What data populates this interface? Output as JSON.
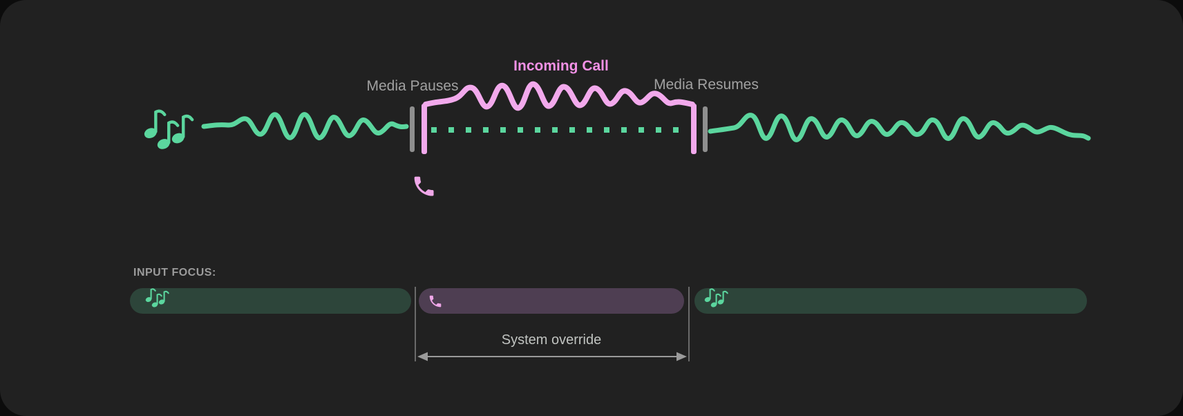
{
  "timeline": {
    "media_pauses_label": "Media Pauses",
    "incoming_call_label": "Incoming Call",
    "media_resumes_label": "Media Resumes",
    "media_icon": "music-notes-icon",
    "call_icon": "phone-icon"
  },
  "input_focus": {
    "heading": "INPUT FOCUS:",
    "override_label": "System override",
    "segments": [
      {
        "type": "media",
        "icon": "music-notes-icon"
      },
      {
        "type": "call",
        "icon": "phone-icon"
      },
      {
        "type": "media",
        "icon": "music-notes-icon"
      }
    ]
  },
  "colors": {
    "outer_background": "#0c0c0c",
    "card_background": "#212121",
    "media_green": "#5bd69e",
    "media_pill_green": "#2d453a",
    "call_pink_wave": "#f2a9ec",
    "call_pink_text": "#f291e6",
    "call_pill_purple": "#4e3e52",
    "pause_marker_gray": "#8f8f8f",
    "label_gray": "#a1a1a1",
    "annotation_gray": "#c0c3c0"
  }
}
